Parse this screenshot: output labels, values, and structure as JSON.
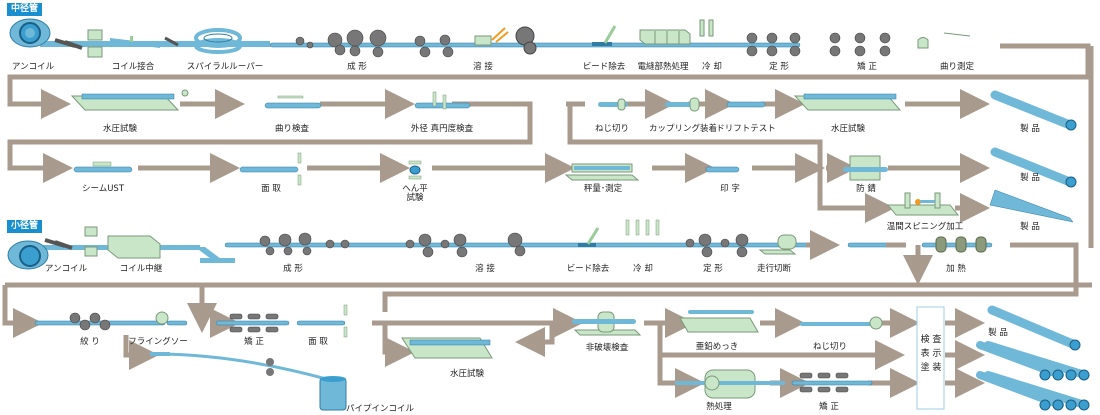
{
  "colors": {
    "pipe": "#6fb8d8",
    "pipe_dark": "#2f7da5",
    "machine": "#c9e6c8",
    "machine_edge": "#7a9a7a",
    "roll": "#777777",
    "flow": "#a89a8c",
    "badge": "#1a8fd0"
  },
  "sections": {
    "medium": {
      "badge": "中径管",
      "row1": [
        "アンコイル",
        "コイル接合",
        "スパイラルルーパー",
        "成 形",
        "溶 接",
        "ビード除去",
        "電縫部熱処理",
        "冷 却",
        "定 形",
        "矯 正",
        "曲り測定"
      ],
      "row2": [
        "水圧試験",
        "曲り検査",
        "外径 真円度検査"
      ],
      "row2_right": [
        "ねじ切り",
        "カップリング装着",
        "ドリフトテスト",
        "水圧試験",
        "製 品"
      ],
      "row3": [
        "シームUST",
        "面 取",
        "へん平",
        "試験",
        "秤量･測定",
        "印 字",
        "防 錆",
        "製 品"
      ],
      "row3_extra": [
        "温間スピニング加工",
        "製 品"
      ]
    },
    "small": {
      "badge": "小径管",
      "row1": [
        "アンコイル",
        "コイル中継",
        "成 形",
        "溶 接",
        "ビード除去",
        "冷 却",
        "定 形",
        "走行切断",
        "加 熱"
      ],
      "row2": [
        "絞 り",
        "フライングソー",
        "矯 正",
        "面 取",
        "水圧試験",
        "パイプインコイル"
      ],
      "row2_right": [
        "非破壊検査",
        "亜鉛めっき",
        "ねじ切り",
        "熱処理",
        "矯 正",
        "製 品"
      ],
      "final_box": [
        "検 査",
        "表 示",
        "塗 装"
      ]
    }
  }
}
